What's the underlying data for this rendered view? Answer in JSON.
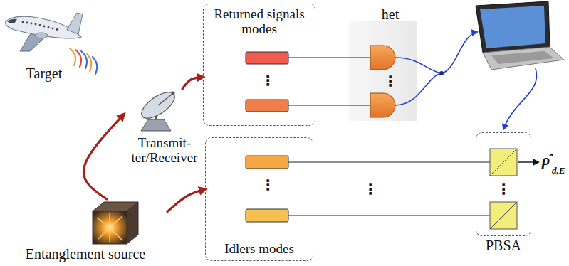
{
  "diagram": {
    "nodes": [
      {
        "text": [
          "Target"
        ]
      },
      {
        "text": [
          "Transmit- ter/Receiver"
        ]
      },
      {
        "text": [
          "Entanglement source"
        ]
      },
      {
        "text": [
          "Returned signals modes"
        ]
      },
      {
        "text": [
          "Idlers modes"
        ]
      },
      {
        "text": [
          "PBSA"
        ]
      }
    ],
    "edges": [
      {
        "from": 2,
        "to": 1,
        "arrow": "to"
      },
      {
        "from": 2,
        "to": 4,
        "arrow": "to"
      },
      {
        "from": 1,
        "to": 3,
        "arrow": "to"
      }
    ],
    "labels": [
      "het",
      "⋮",
      "⋮",
      "⋮",
      "⋮",
      "⋮",
      "ρ̂",
      "d,E"
    ]
  }
}
